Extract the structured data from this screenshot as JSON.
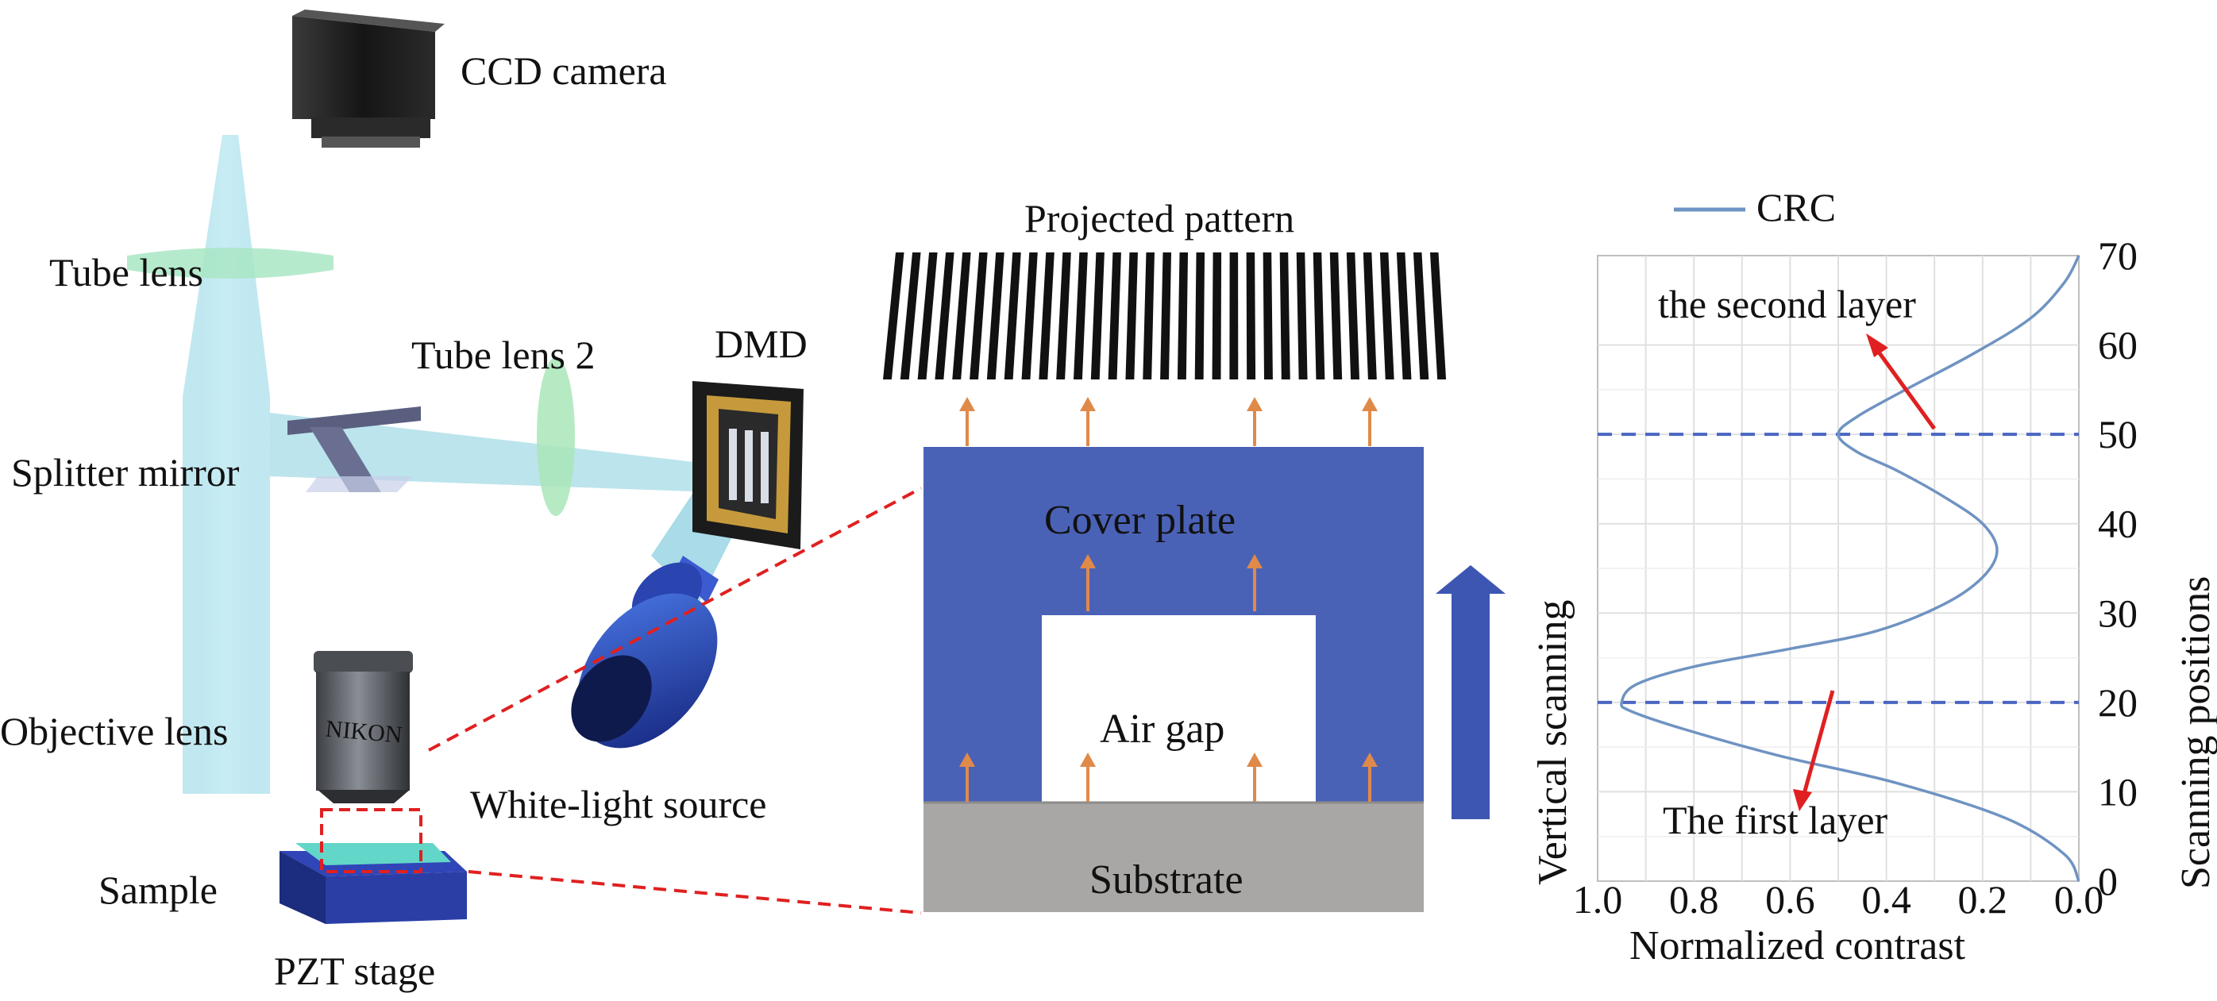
{
  "labels": {
    "ccd_camera": "CCD camera",
    "tube_lens": "Tube lens",
    "tube_lens_2": "Tube lens 2",
    "dmd": "DMD",
    "splitter_mirror": "Splitter mirror",
    "objective_lens": "Objective lens",
    "white_light_source": "White-light source",
    "sample": "Sample",
    "pzt_stage": "PZT stage",
    "objective_brand": "NIKON",
    "projected_pattern": "Projected pattern",
    "cover_plate": "Cover plate",
    "air_gap": "Air gap",
    "substrate": "Substrate",
    "vertical_scanning": "Vertical scanning"
  },
  "colors": {
    "cover_plate": "#4a62b6",
    "substrate": "#a9a7a5",
    "beam": "#8fd4e4",
    "stage": "#2f45b8",
    "arrow_orange": "#e08a4a",
    "red_dash": "#e02020",
    "curve": "#6f93c2"
  },
  "chart_data": {
    "type": "line",
    "legend": [
      "CRC"
    ],
    "xlabel": "Normalized contrast",
    "ylabel": "Scanning positions",
    "xlim": [
      1.0,
      0.0
    ],
    "ylim": [
      0,
      70
    ],
    "x_ticks": [
      "1.0",
      "0.8",
      "0.6",
      "0.4",
      "0.2",
      "0.0"
    ],
    "y_ticks": [
      "0",
      "10",
      "20",
      "30",
      "40",
      "50",
      "60",
      "70"
    ],
    "grid": true,
    "legend_position": "top-left",
    "series": [
      {
        "name": "CRC",
        "color": "#6f93c2",
        "points": [
          [
            0.0,
            0
          ],
          [
            0.03,
            3
          ],
          [
            0.15,
            7
          ],
          [
            0.38,
            11
          ],
          [
            0.62,
            14
          ],
          [
            0.82,
            17
          ],
          [
            0.93,
            19
          ],
          [
            0.95,
            20
          ],
          [
            0.92,
            22
          ],
          [
            0.8,
            24
          ],
          [
            0.6,
            26
          ],
          [
            0.42,
            28
          ],
          [
            0.28,
            31
          ],
          [
            0.2,
            34
          ],
          [
            0.17,
            37
          ],
          [
            0.2,
            40
          ],
          [
            0.28,
            43
          ],
          [
            0.38,
            46
          ],
          [
            0.46,
            48
          ],
          [
            0.5,
            50
          ],
          [
            0.46,
            52
          ],
          [
            0.36,
            55
          ],
          [
            0.22,
            59
          ],
          [
            0.1,
            63
          ],
          [
            0.03,
            67
          ],
          [
            0.0,
            70
          ]
        ]
      }
    ],
    "annotations": [
      {
        "text": "the second layer",
        "y": 50
      },
      {
        "text": "The first layer",
        "y": 20
      }
    ]
  }
}
